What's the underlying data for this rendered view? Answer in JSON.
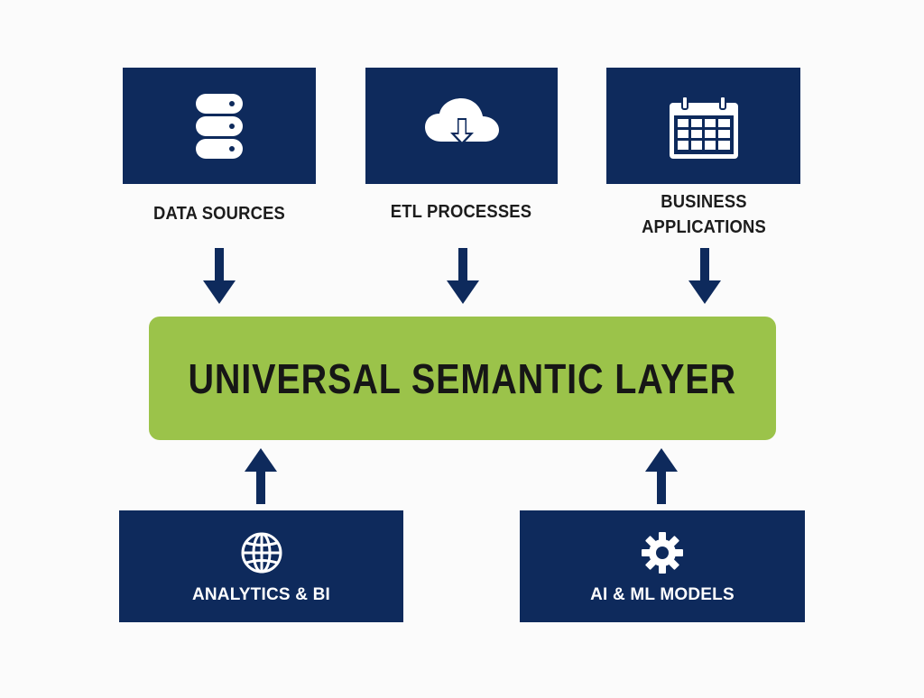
{
  "diagram": {
    "top_nodes": [
      {
        "label": "DATA SOURCES",
        "icon": "database-icon"
      },
      {
        "label": "ETL PROCESSES",
        "icon": "cloud-download-icon"
      },
      {
        "label": "BUSINESS\nAPPLICATIONS",
        "icon": "calendar-icon"
      }
    ],
    "center_layer": {
      "label": "UNIVERSAL SEMANTIC LAYER"
    },
    "bottom_nodes": [
      {
        "label": "ANALYTICS & BI",
        "icon": "globe-icon"
      },
      {
        "label": "AI & ML MODELS",
        "icon": "gear-icon"
      }
    ],
    "colors": {
      "node_fill": "#0e2a5c",
      "layer_fill": "#9bc34a",
      "arrow": "#0e2a5c",
      "background": "#fbfbfb"
    }
  }
}
